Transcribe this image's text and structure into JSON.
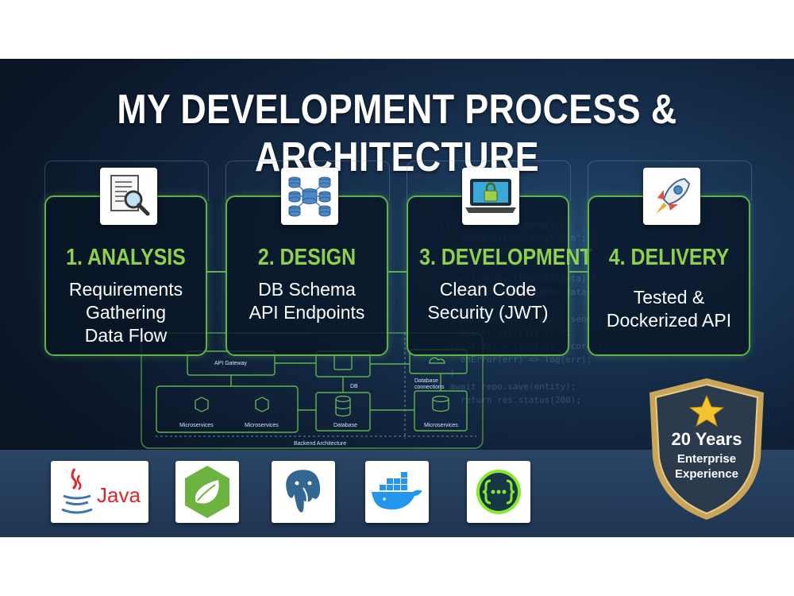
{
  "title": "MY DEVELOPMENT PROCESS & ARCHITECTURE",
  "steps": [
    {
      "heading": "1. ANALYSIS",
      "lines": [
        "Requirements",
        "Gathering",
        "Data Flow"
      ],
      "icon": "document-search-icon"
    },
    {
      "heading": "2. DESIGN",
      "lines": [
        "DB Schema",
        "API Endpoints"
      ],
      "icon": "database-schema-icon"
    },
    {
      "heading": "3. DEVELOPMENT",
      "lines": [
        "Clean Code",
        "Security (JWT)"
      ],
      "icon": "laptop-lock-icon"
    },
    {
      "heading": "4. DELIVERY",
      "lines": [
        "Tested &",
        "Dockerized API"
      ],
      "icon": "rocket-icon"
    }
  ],
  "architecture": {
    "api_gateway": "API Gateway",
    "db": "DB",
    "db_connections": [
      "Database",
      "connections"
    ],
    "microservices": "Microservices",
    "database": "Database",
    "backend_architecture": "Backend Architecture"
  },
  "tech_logos": {
    "java_text": "Java",
    "items": [
      "java-logo-icon",
      "spring-logo-icon",
      "postgresql-logo-icon",
      "docker-logo-icon",
      "swagger-logo-icon"
    ]
  },
  "badge": {
    "line1": "20 Years",
    "line2": "Enterprise",
    "line3": "Experience",
    "icon": "star-icon"
  },
  "colors": {
    "accent_green": "#8fd04f",
    "card_border": "#5fb34a",
    "badge_gold": "#c9a55a",
    "background": "#0b1729"
  }
}
